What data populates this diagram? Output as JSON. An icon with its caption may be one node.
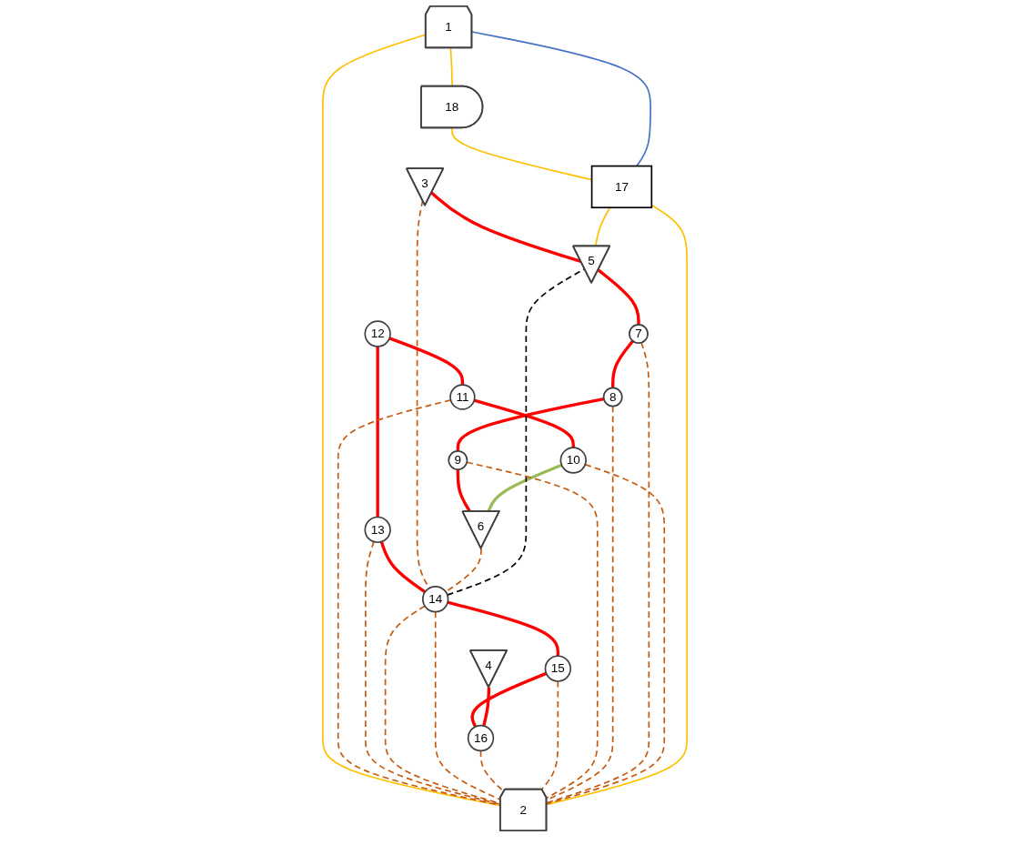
{
  "diagram": {
    "nodes": [
      {
        "text": [
          "1"
        ]
      },
      {
        "text": [
          "2"
        ]
      },
      {
        "text": [
          "3"
        ]
      },
      {
        "text": [
          "4"
        ]
      },
      {
        "text": [
          "5"
        ]
      },
      {
        "text": [
          "6"
        ]
      },
      {
        "text": [
          "7"
        ]
      },
      {
        "text": [
          "8"
        ]
      },
      {
        "text": [
          "9"
        ]
      },
      {
        "text": [
          "10"
        ]
      },
      {
        "text": [
          "11"
        ]
      },
      {
        "text": [
          "12"
        ]
      },
      {
        "text": [
          "13"
        ]
      },
      {
        "text": [
          "14"
        ]
      },
      {
        "text": [
          "15"
        ]
      },
      {
        "text": [
          "16"
        ]
      },
      {
        "text": [
          "17"
        ]
      },
      {
        "text": [
          "18"
        ]
      }
    ],
    "edges": [
      {
        "from": 11,
        "to": 10,
        "arrow": "none",
        "style": "thick",
        "color": "#ff0000"
      },
      {
        "from": 10,
        "to": 9,
        "arrow": "none",
        "style": "thick",
        "color": "#ff0000"
      },
      {
        "from": 11,
        "to": 12,
        "arrow": "none",
        "style": "thick",
        "color": "#ff0000"
      },
      {
        "from": 12,
        "to": 13,
        "arrow": "none",
        "style": "thick",
        "color": "#ff0000"
      },
      {
        "from": 13,
        "to": 14,
        "arrow": "none",
        "style": "thick",
        "color": "#ff0000"
      },
      {
        "from": 14,
        "to": 15,
        "arrow": "none",
        "style": "thick",
        "color": "#ff0000"
      },
      {
        "from": 3,
        "to": 15,
        "arrow": "none",
        "style": "thick",
        "color": "#ff0000"
      },
      {
        "from": 2,
        "to": 4,
        "arrow": "none",
        "style": "thick",
        "color": "#ff0000"
      },
      {
        "from": 4,
        "to": 6,
        "arrow": "none",
        "style": "thick",
        "color": "#ff0000"
      },
      {
        "from": 6,
        "to": 7,
        "arrow": "none",
        "style": "thick",
        "color": "#ff0000"
      },
      {
        "from": 7,
        "to": 8,
        "arrow": "none",
        "style": "thick",
        "color": "#ff0000"
      },
      {
        "from": 8,
        "to": 5,
        "arrow": "none",
        "style": "thick",
        "color": "#ff0000"
      },
      {
        "from": 9,
        "to": 5,
        "arrow": "none",
        "style": "thick",
        "color": "#9bbb59"
      },
      {
        "from": 13,
        "to": 4,
        "arrow": "none",
        "style": "dashed",
        "color": "#000000"
      },
      {
        "from": 0,
        "to": 17,
        "arrow": "none",
        "color": "#ffc000"
      },
      {
        "from": 17,
        "to": 16,
        "arrow": "none",
        "color": "#ffc000"
      },
      {
        "from": 0,
        "to": 1,
        "arrow": "none",
        "color": "#ffc000"
      },
      {
        "from": 1,
        "to": 16,
        "arrow": "none",
        "color": "#ffc000"
      },
      {
        "from": 16,
        "to": 4,
        "arrow": "none",
        "color": "#ffc000"
      },
      {
        "from": 0,
        "to": 16,
        "arrow": "none",
        "color": "#4472c4"
      },
      {
        "from": 2,
        "to": 13,
        "arrow": "none",
        "style": "dashed",
        "color": "#c55a11"
      },
      {
        "from": 10,
        "to": 1,
        "arrow": "none",
        "style": "dashed",
        "color": "#c55a11"
      },
      {
        "from": 12,
        "to": 1,
        "arrow": "none",
        "style": "dashed",
        "color": "#c55a11"
      },
      {
        "from": 13,
        "to": 1,
        "arrow": "none",
        "style": "dashed",
        "color": "#c55a11"
      },
      {
        "from": 13,
        "to": 1,
        "arrow": "none",
        "style": "dashed",
        "color": "#c55a11"
      },
      {
        "from": 15,
        "to": 1,
        "arrow": "none",
        "style": "dashed",
        "color": "#c55a11"
      },
      {
        "from": 5,
        "to": 13,
        "arrow": "none",
        "style": "dashed",
        "color": "#c55a11"
      },
      {
        "from": 14,
        "to": 1,
        "arrow": "none",
        "style": "dashed",
        "color": "#c55a11"
      },
      {
        "from": 8,
        "to": 1,
        "arrow": "none",
        "style": "dashed",
        "color": "#c55a11"
      },
      {
        "from": 7,
        "to": 1,
        "arrow": "none",
        "style": "dashed",
        "color": "#c55a11"
      },
      {
        "from": 6,
        "to": 1,
        "arrow": "none",
        "style": "dashed",
        "color": "#c55a11"
      },
      {
        "from": 9,
        "to": 1,
        "arrow": "none",
        "style": "dashed",
        "color": "#c55a11"
      }
    ]
  }
}
